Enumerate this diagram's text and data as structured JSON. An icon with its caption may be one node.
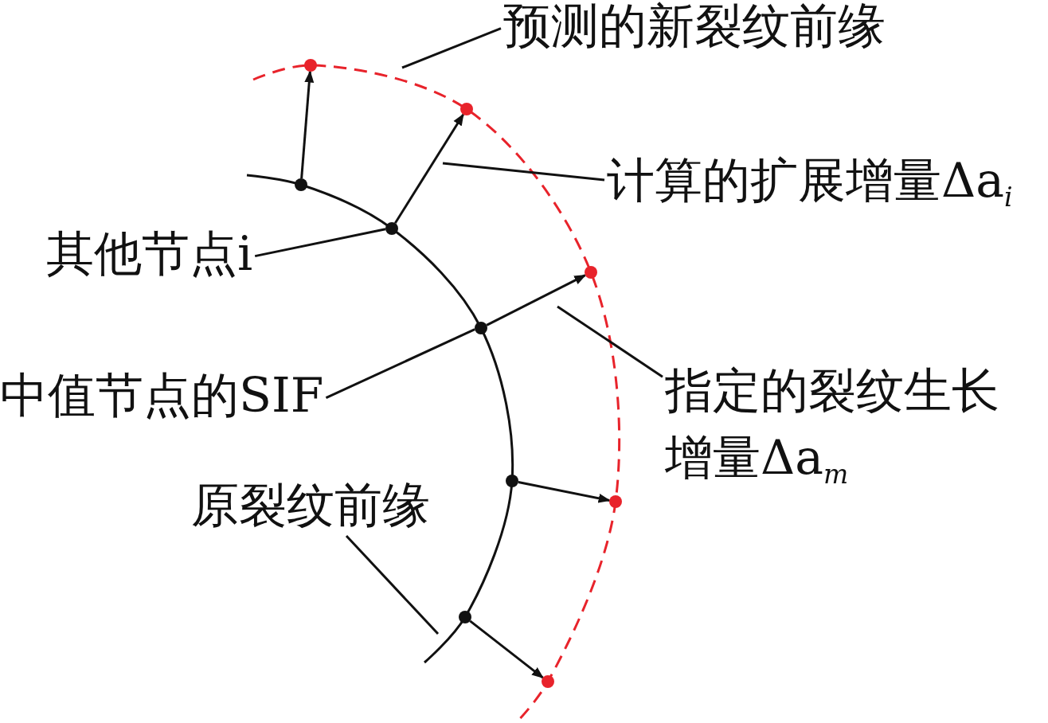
{
  "diagram": {
    "nodes": [
      {
        "text": [],
        "shape": "circle"
      },
      {
        "text": [],
        "shape": "circle"
      },
      {
        "text": [],
        "shape": "circle"
      },
      {
        "text": [],
        "shape": "circle"
      },
      {
        "text": [],
        "shape": "circle"
      },
      {
        "text": [],
        "shape": "circle"
      },
      {
        "text": [],
        "shape": "circle"
      },
      {
        "text": [],
        "shape": "circle"
      },
      {
        "text": [],
        "shape": "circle"
      },
      {
        "text": [],
        "shape": "circle"
      },
      {
        "text": [
          "预测的新裂纹前缘"
        ]
      },
      {
        "text": [
          "计算的扩展增量Δa$_{i}$"
        ]
      },
      {
        "text": [
          "其他节点i"
        ]
      },
      {
        "text": [
          "中值节点的SIF"
        ]
      },
      {
        "text": [
          "指定的裂纹生长增量Δa$_{m}$"
        ]
      },
      {
        "text": [
          "原裂纹前缘"
        ]
      }
    ],
    "edges": [
      {
        "from": 0,
        "to": 5,
        "arrow": "to"
      },
      {
        "from": 1,
        "to": 6,
        "arrow": "to"
      },
      {
        "from": 2,
        "to": 7,
        "arrow": "to"
      },
      {
        "from": 3,
        "to": 8,
        "arrow": "to"
      },
      {
        "from": 4,
        "to": 9,
        "arrow": "to"
      },
      {
        "from": 10,
        "to": null,
        "arrow": "none"
      },
      {
        "from": 11,
        "to": null,
        "arrow": "none"
      },
      {
        "from": 12,
        "to": 1,
        "arrow": "none"
      },
      {
        "from": 13,
        "to": 2,
        "arrow": "none"
      },
      {
        "from": 14,
        "to": null,
        "arrow": "none"
      },
      {
        "from": 15,
        "to": null,
        "arrow": "none"
      }
    ]
  }
}
